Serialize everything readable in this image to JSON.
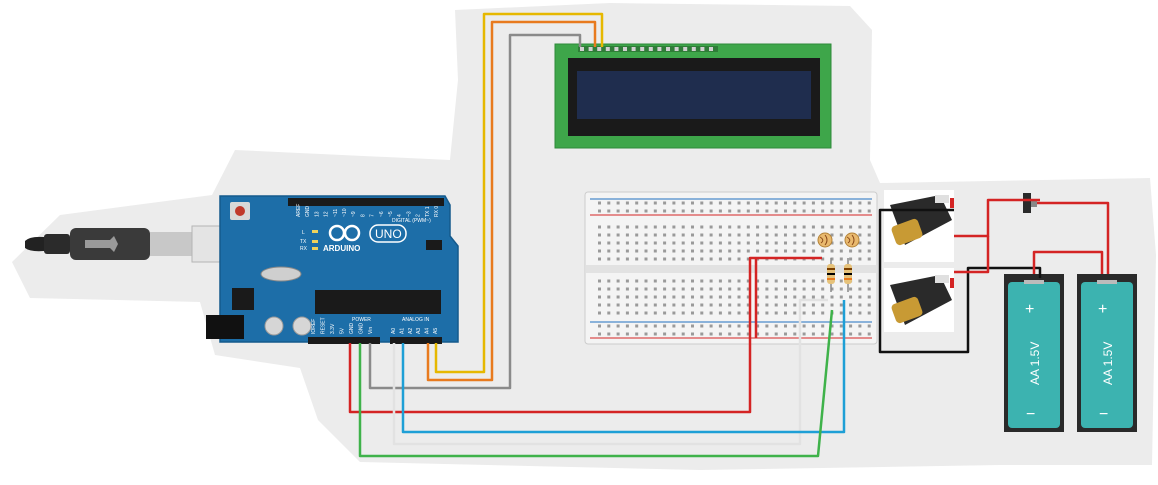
{
  "arduino": {
    "brand": "ARDUINO",
    "model": "UNO",
    "digital_label": "DIGITAL (PWM~)",
    "power_label": "POWER",
    "analog_label": "ANALOG IN",
    "digital_pins": [
      "AREF",
      "GND",
      "13",
      "12",
      "~11",
      "~10",
      "~9",
      "8",
      "7",
      "~6",
      "~5",
      "4",
      "~3",
      "2",
      "TX 1",
      "RX 0"
    ],
    "power_pins": [
      "IOREF",
      "RESET",
      "3.3V",
      "5V",
      "GND",
      "GND",
      "Vin"
    ],
    "analog_pins": [
      "A0",
      "A1",
      "A2",
      "A3",
      "A4",
      "A5"
    ],
    "led_labels": [
      "L",
      "TX",
      "RX"
    ]
  },
  "batteries": [
    {
      "plus": "+",
      "minus": "−",
      "label": "AA 1.5V"
    },
    {
      "plus": "+",
      "minus": "−",
      "label": "AA 1.5V"
    }
  ],
  "colors": {
    "board": "#1d6ea8",
    "lcd_pcb": "#3ea64a",
    "lcd_screen": "#1f2d4e",
    "battery": "#3cb3b0",
    "wire_red": "#d42424",
    "wire_yellow": "#e6b800",
    "wire_orange": "#e87a1e",
    "wire_gray": "#8a8a8a",
    "wire_blue": "#1e9fd6",
    "wire_green": "#3fb24a",
    "wire_white": "#e2e2e2",
    "wire_black": "#111111"
  }
}
